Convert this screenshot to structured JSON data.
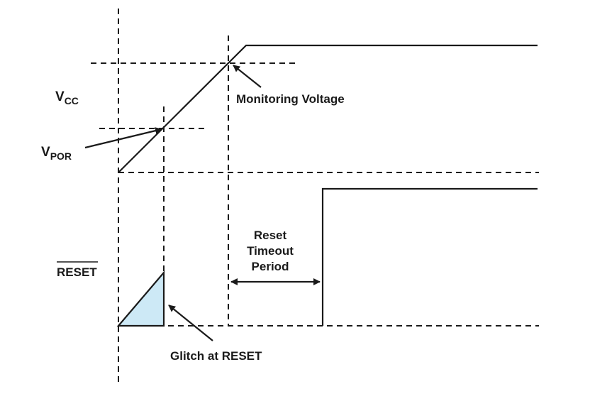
{
  "labels": {
    "vcc_main": "V",
    "vcc_sub": "CC",
    "vpor_main": "V",
    "vpor_sub": "POR",
    "reset_bar": "RESET",
    "monitoring_voltage": "Monitoring Voltage",
    "reset_timeout_line1": "Reset",
    "reset_timeout_line2": "Timeout",
    "reset_timeout_line3": "Period",
    "glitch": "Glitch at RESET"
  },
  "colors": {
    "stroke": "#1a1a1a",
    "glitch_fill": "#cde9f6"
  }
}
